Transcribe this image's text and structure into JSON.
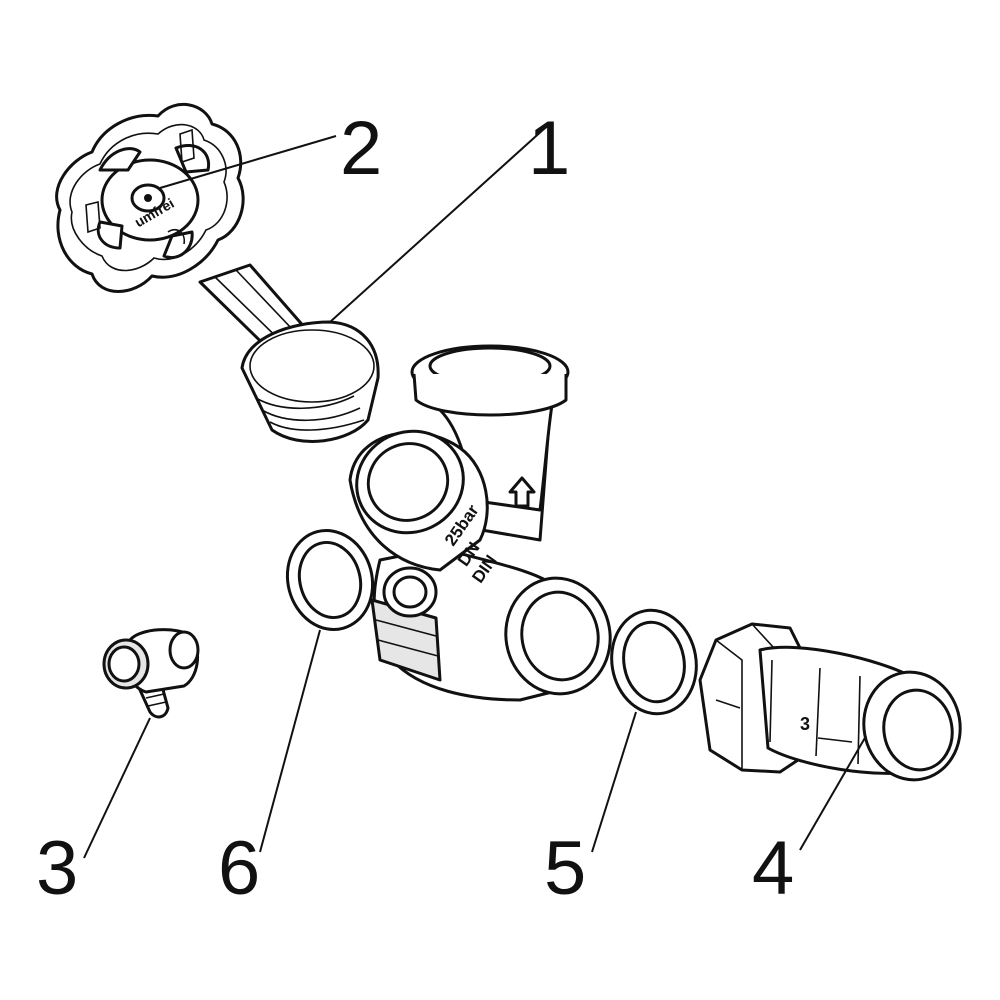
{
  "callouts": [
    {
      "id": "1",
      "label": "1"
    },
    {
      "id": "2",
      "label": "2"
    },
    {
      "id": "3",
      "label": "3"
    },
    {
      "id": "4",
      "label": "4"
    },
    {
      "id": "5",
      "label": "5"
    },
    {
      "id": "6",
      "label": "6"
    }
  ],
  "markings": {
    "handwheel_text": "umfrei",
    "pressure": "25bar",
    "dn": "DN",
    "din": "DIN",
    "cap_digit": "3"
  }
}
